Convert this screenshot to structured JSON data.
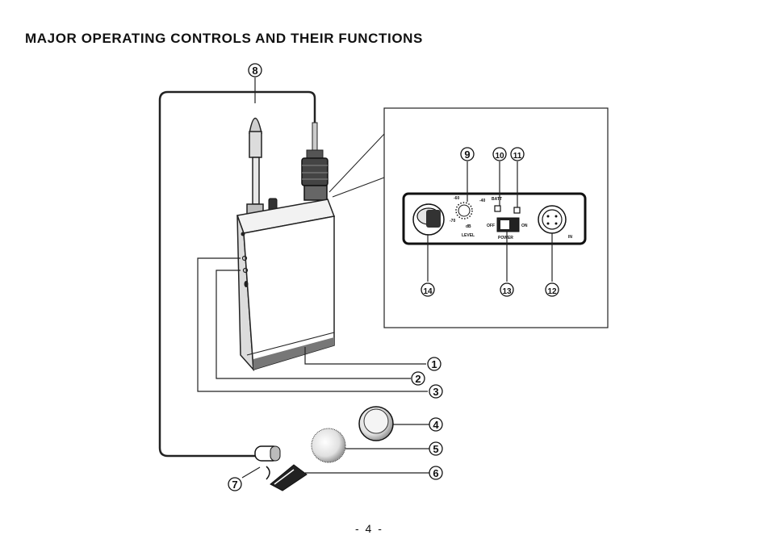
{
  "page": {
    "title": "MAJOR OPERATING CONTROLS AND THEIR FUNCTIONS",
    "page_number": "- 4 -"
  },
  "panel_labels": {
    "level_db_minus60": "-60",
    "level_db_minus40": "-40",
    "level_db_minus70": "-70",
    "db": "dB",
    "level": "LEVEL",
    "batt": "BATT",
    "off": "OFF",
    "on": "ON",
    "power": "POWER",
    "in": "IN"
  },
  "callouts": {
    "c1": "1",
    "c2": "2",
    "c3": "3",
    "c4": "4",
    "c5": "5",
    "c6": "6",
    "c7": "7",
    "c8": "8",
    "c9": "9",
    "c10": "10",
    "c11": "11",
    "c12": "12",
    "c13": "13",
    "c14": "14"
  }
}
